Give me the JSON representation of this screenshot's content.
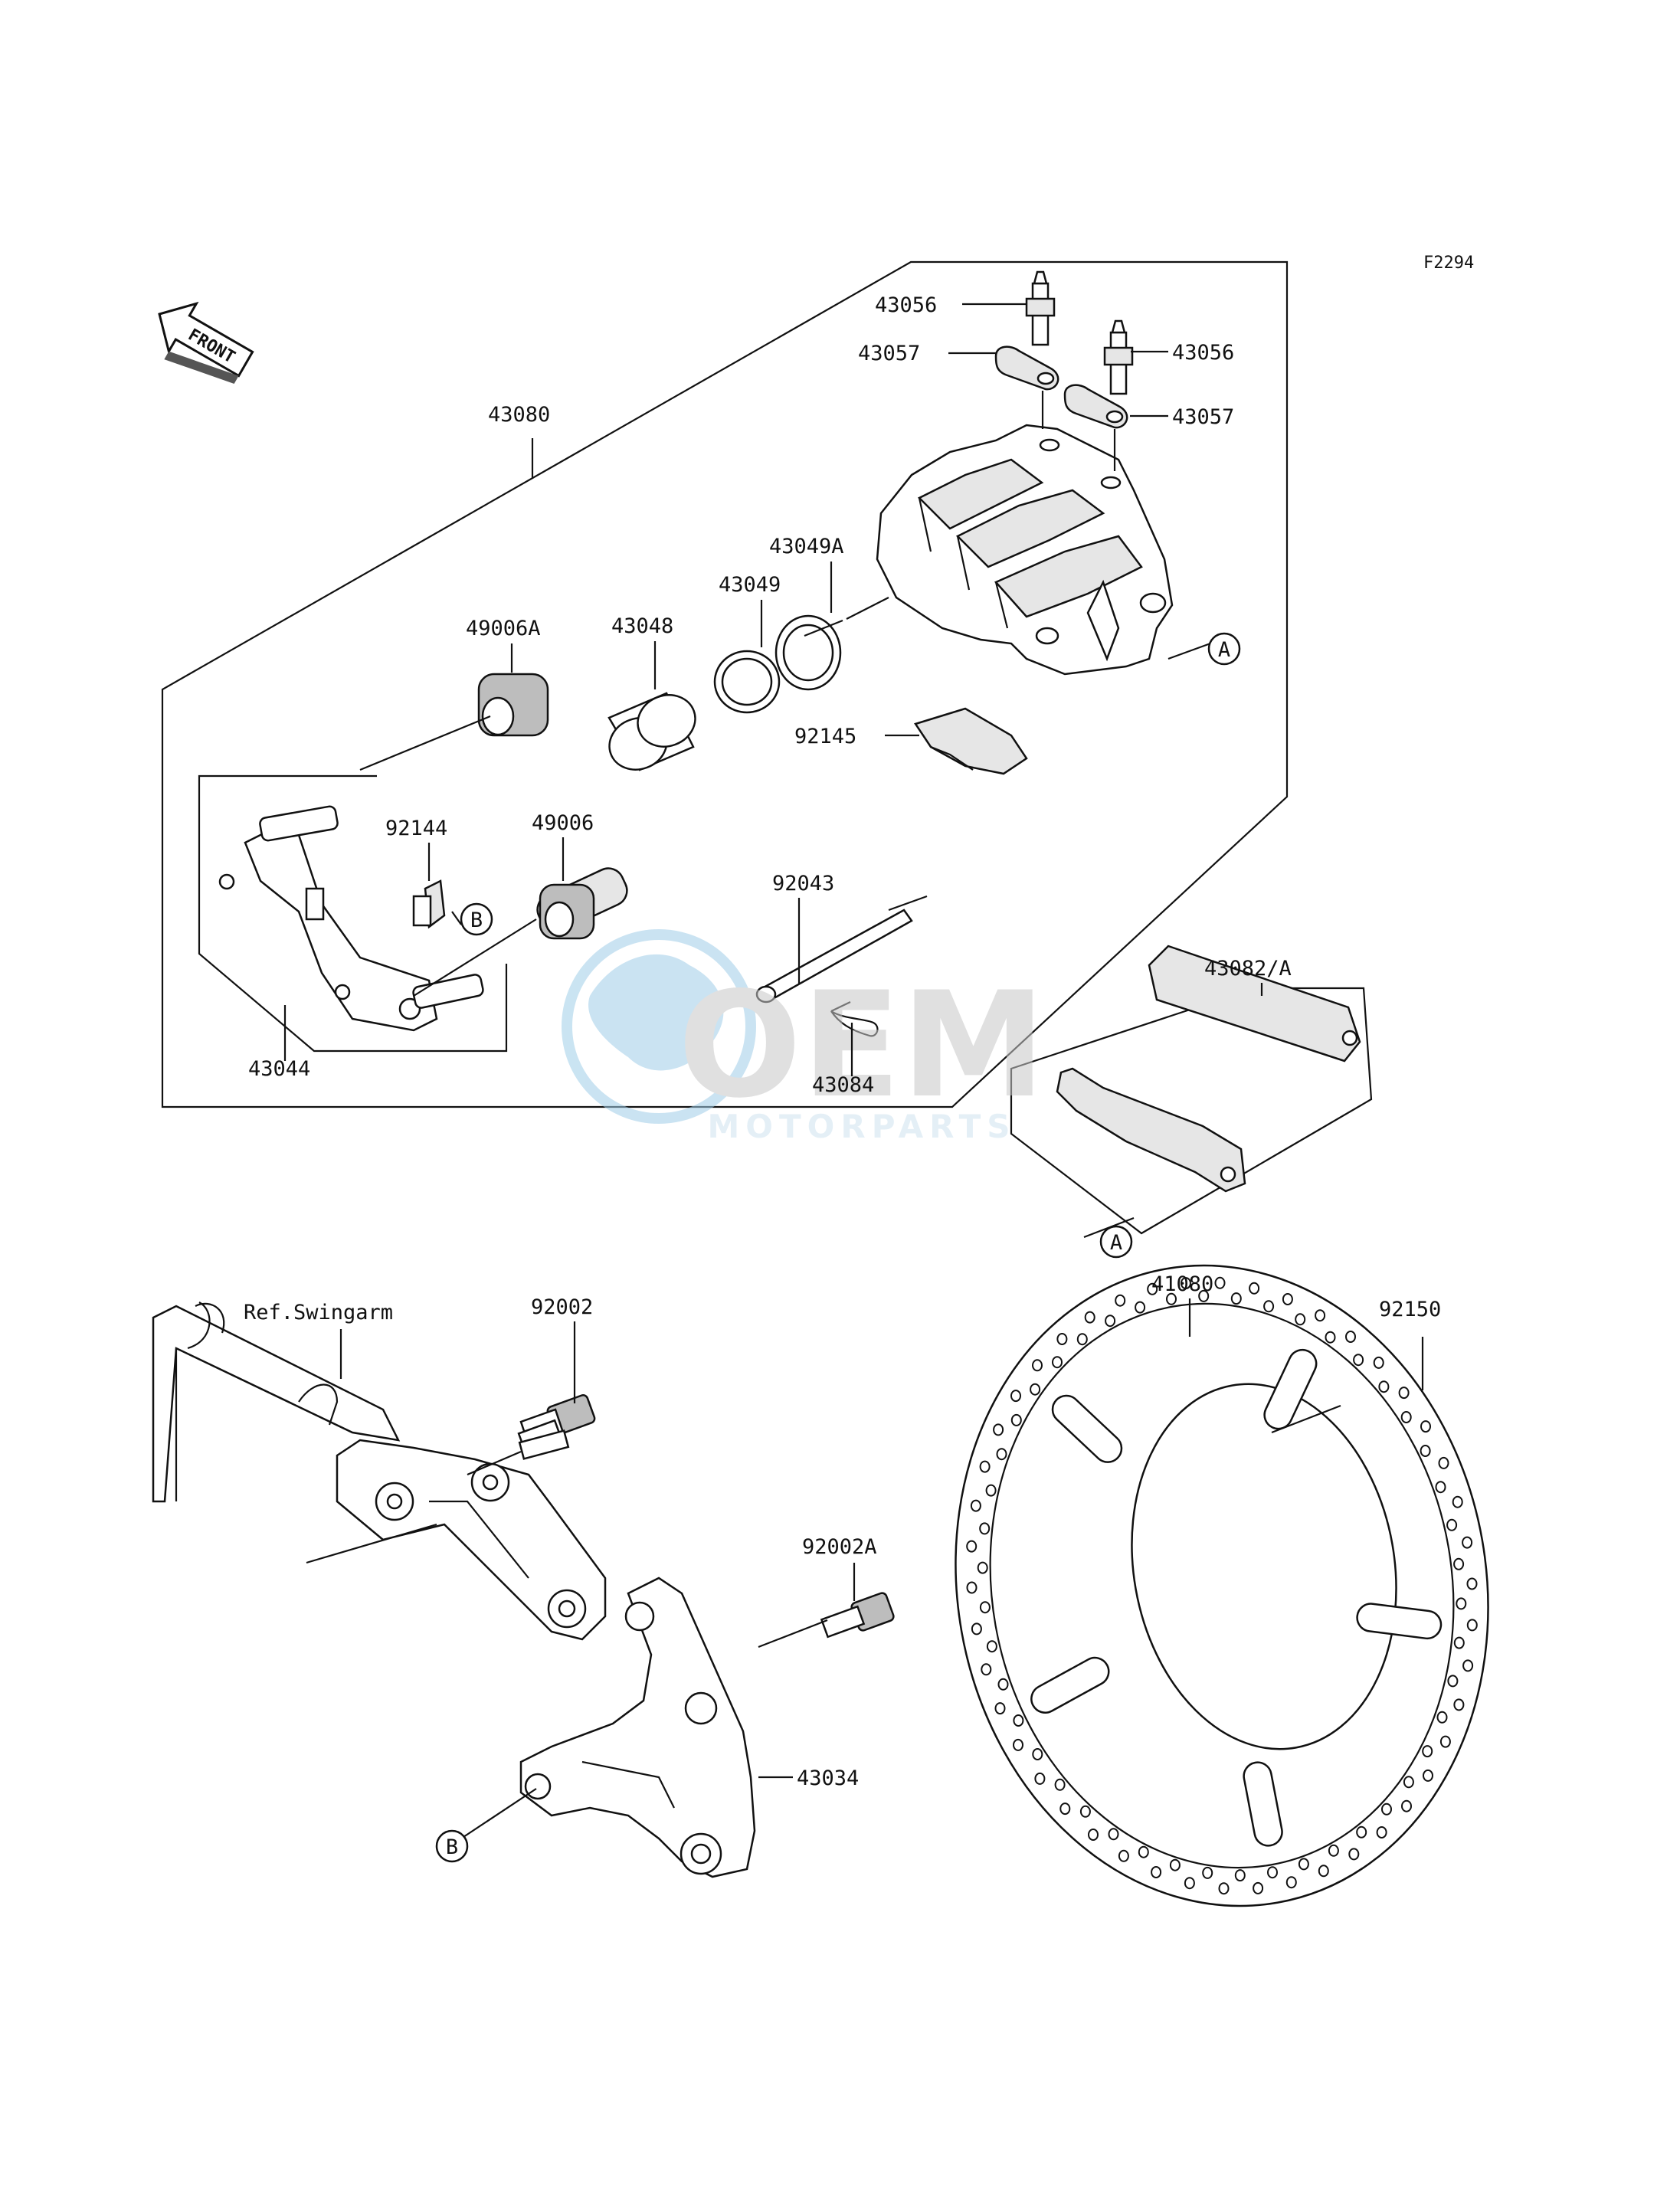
{
  "diagram_code": "F2294",
  "front_label": "FRONT",
  "swingarm_ref": "Ref.Swingarm",
  "watermark": {
    "main": "OEM",
    "sub": "MOTORPARTS"
  },
  "callouts": {
    "A": "A",
    "B": "B"
  },
  "parts": {
    "p43056a": "43056",
    "p43056b": "43056",
    "p43057a": "43057",
    "p43057b": "43057",
    "p43080": "43080",
    "p43049A": "43049A",
    "p43049": "43049",
    "p43048": "43048",
    "p49006A": "49006A",
    "p92145": "92145",
    "p92144": "92144",
    "p49006": "49006",
    "p92043": "92043",
    "p43082A": "43082/A",
    "p43044": "43044",
    "p43084": "43084",
    "p41080": "41080",
    "p92002": "92002",
    "p92150": "92150",
    "p92002A": "92002A",
    "p43034": "43034"
  },
  "colors": {
    "line": "#111111",
    "watermark": "#9fcde8"
  }
}
